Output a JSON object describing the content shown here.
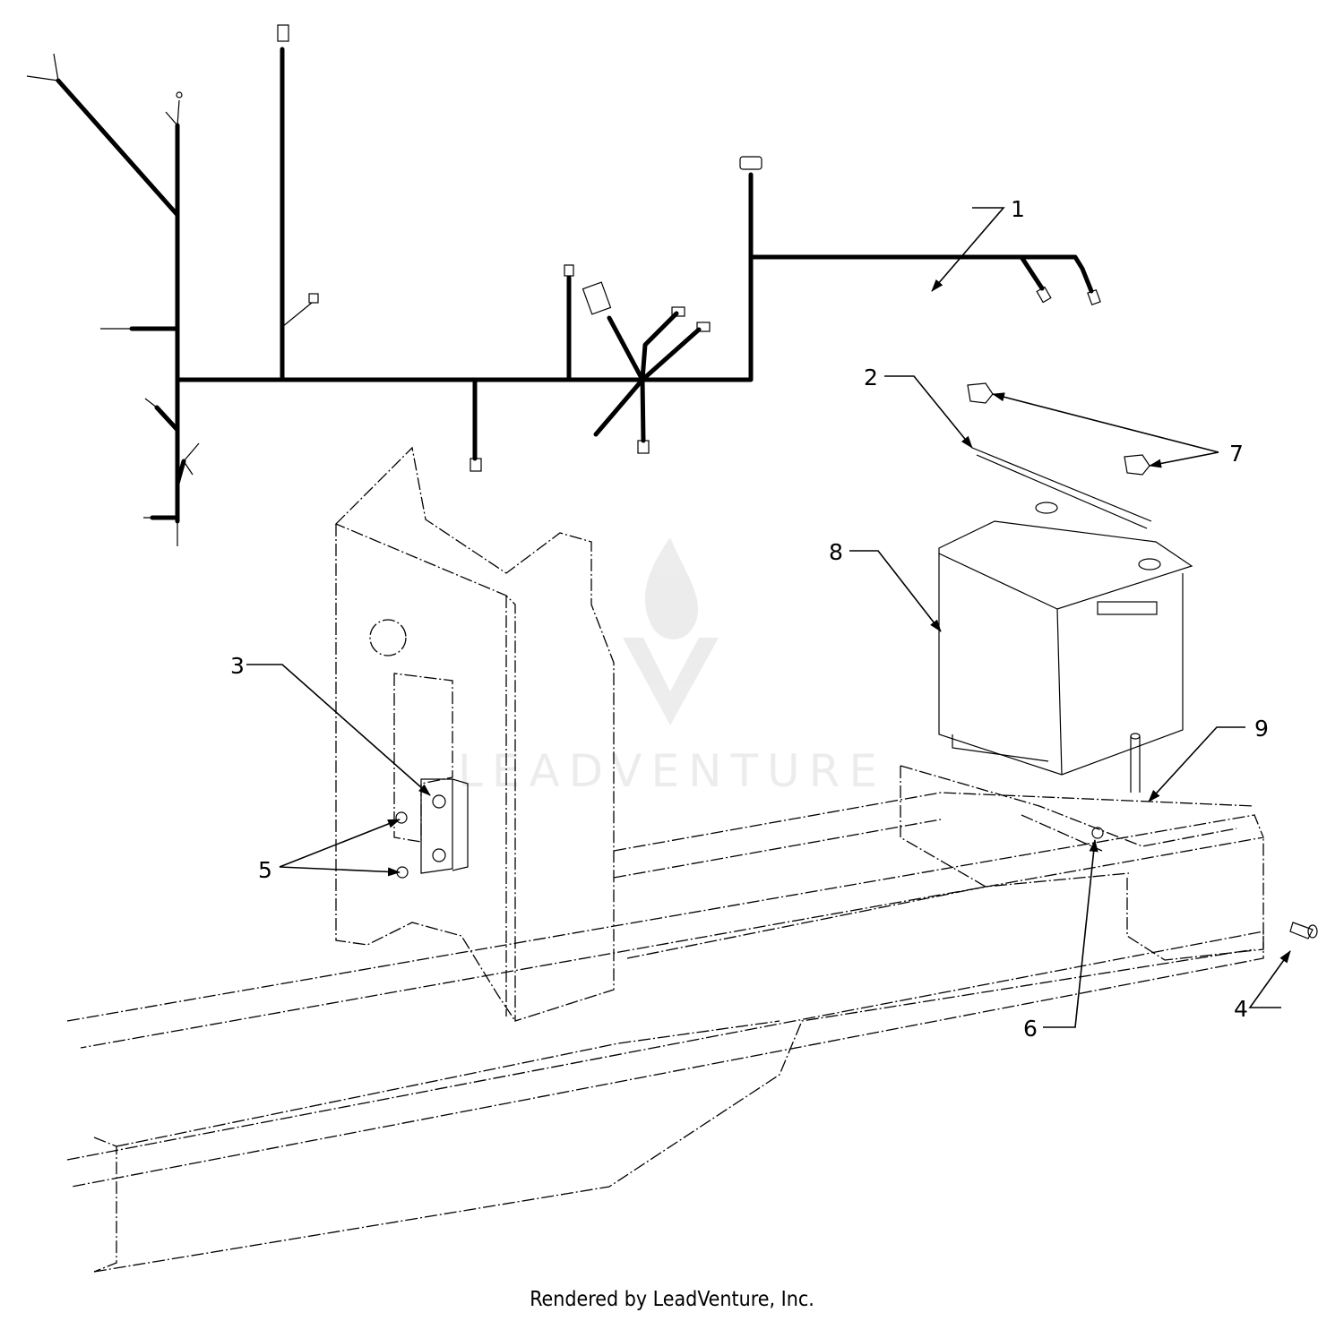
{
  "callouts": [
    {
      "id": "1",
      "label": "1"
    },
    {
      "id": "2",
      "label": "2"
    },
    {
      "id": "3",
      "label": "3"
    },
    {
      "id": "4",
      "label": "4"
    },
    {
      "id": "5",
      "label": "5"
    },
    {
      "id": "6",
      "label": "6"
    },
    {
      "id": "7",
      "label": "7"
    },
    {
      "id": "8",
      "label": "8"
    },
    {
      "id": "9",
      "label": "9"
    }
  ],
  "watermark": {
    "text": "LEADVENTURE",
    "logo": "leadventure-flame-logo"
  },
  "footer": {
    "text": "Rendered by LeadVenture, Inc."
  }
}
